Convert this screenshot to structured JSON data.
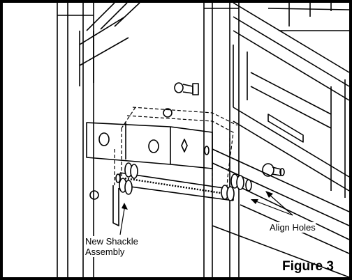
{
  "callouts": {
    "new_shackle_line1": "New Shackle",
    "new_shackle_line2": "Assembly",
    "align_holes": "Align Holes"
  },
  "figure_label": "Figure 3",
  "colors": {
    "ink": "#000000",
    "paper": "#ffffff"
  }
}
